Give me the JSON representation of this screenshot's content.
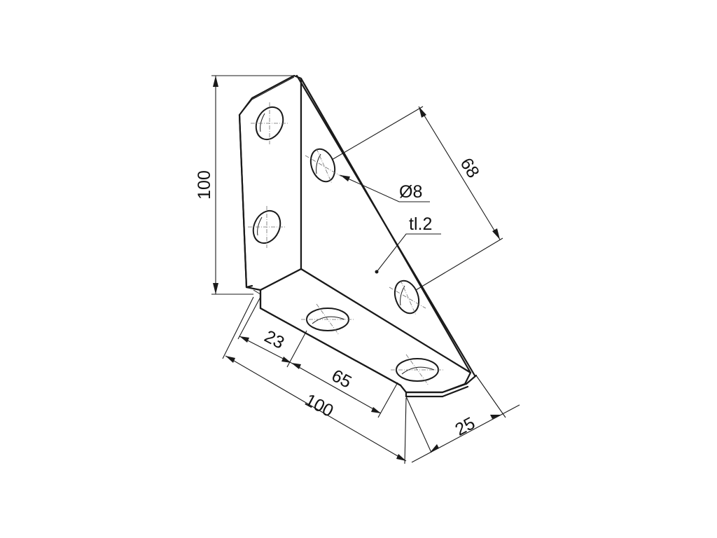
{
  "dimensions": {
    "height": "100",
    "hole_spacing_vertical": "68",
    "hole_diameter": "Ø8",
    "thickness": "tl.2",
    "edge_to_hole": "23",
    "hole_spacing": "65",
    "length": "100",
    "width": "25"
  }
}
